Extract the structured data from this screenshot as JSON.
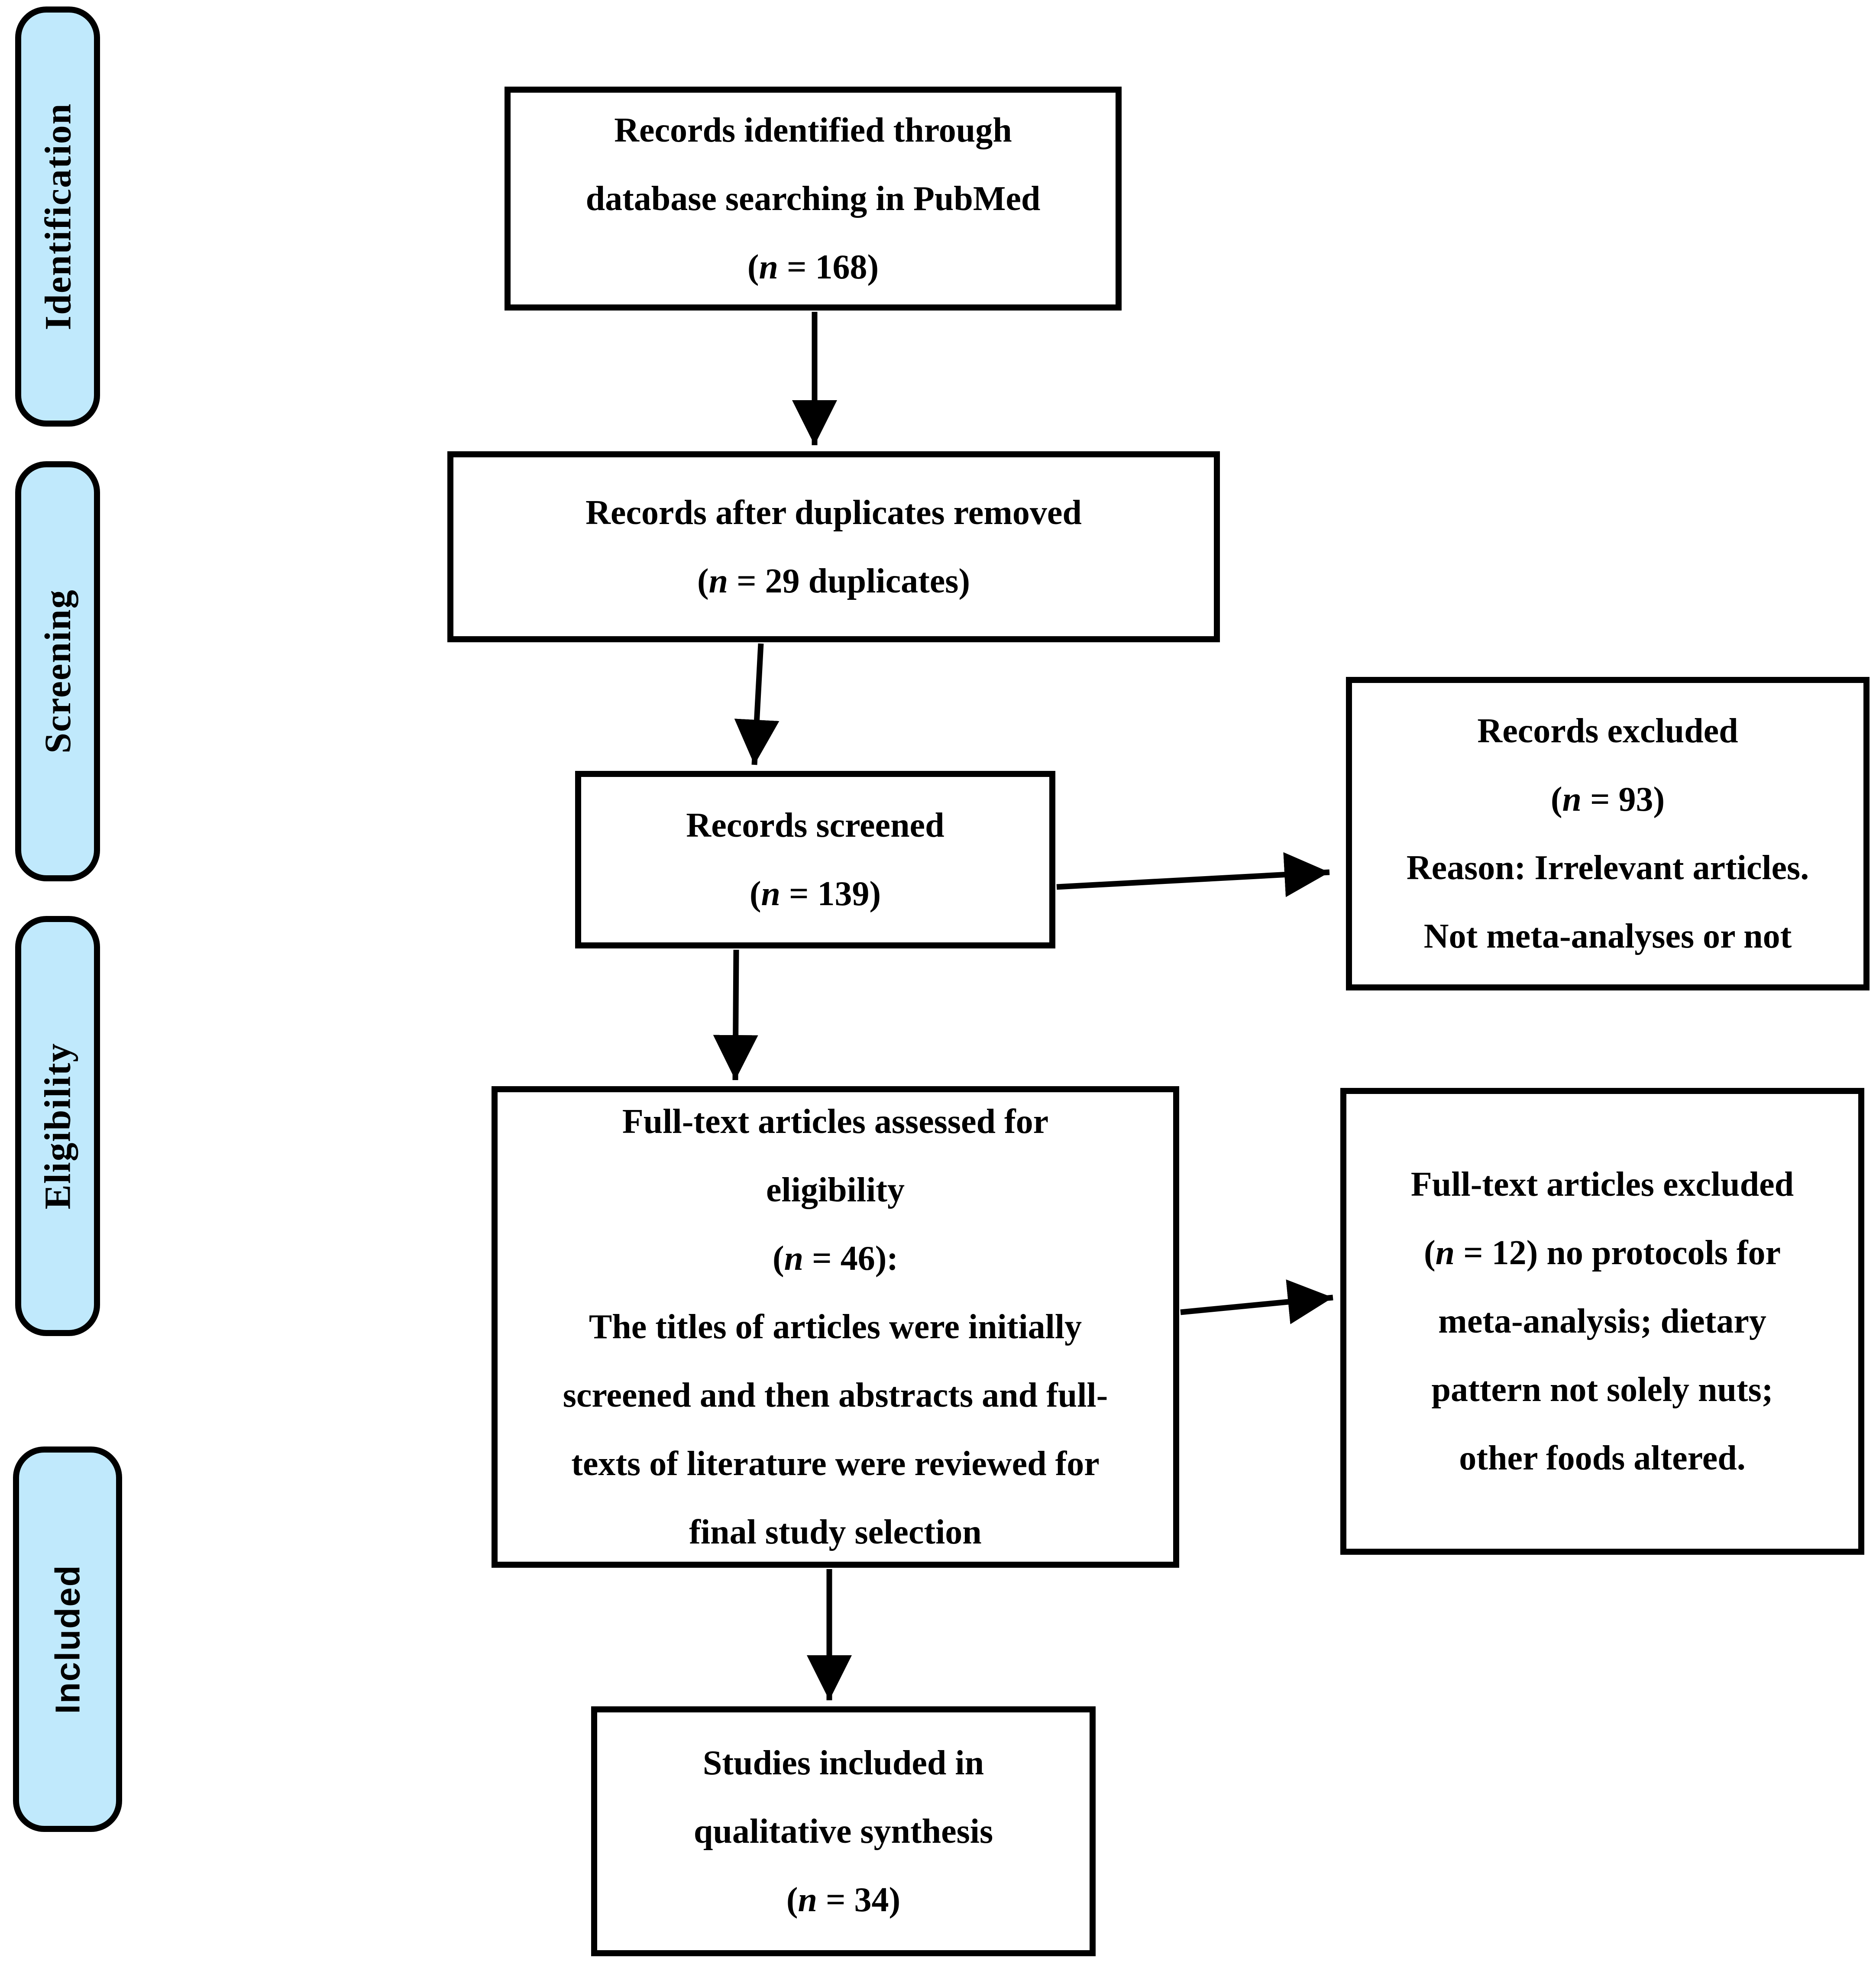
{
  "diagram": {
    "type": "prisma-flow",
    "stage_fill_color": "#c0e9fc",
    "line_color": "#000000",
    "box_fill_color": "#ffffff"
  },
  "sidebar": {
    "stages": [
      {
        "label": "Identification"
      },
      {
        "label": "Screening"
      },
      {
        "label": "Eligibility"
      },
      {
        "label": "Included"
      }
    ]
  },
  "flow": {
    "identified": {
      "lines": [
        "Records identified through",
        "database searching in PubMed",
        "(n = 168)"
      ]
    },
    "duplicates_removed": {
      "lines": [
        "Records after duplicates removed",
        "(n = 29 duplicates)"
      ]
    },
    "screened": {
      "lines": [
        "Records screened",
        "(n = 139)"
      ]
    },
    "records_excluded": {
      "lines": [
        "Records excluded",
        "(n = 93)",
        "Reason: Irrelevant articles.",
        "Not meta-analyses or not"
      ]
    },
    "fulltext_assessed": {
      "lines": [
        "Full-text articles assessed for",
        "eligibility",
        "(n = 46):",
        "The titles of articles were initially",
        "screened and then abstracts and full-",
        "texts of literature were reviewed for",
        "final study selection"
      ]
    },
    "fulltext_excluded": {
      "lines": [
        "Full-text articles excluded",
        "(n = 12) no protocols for",
        "meta-analysis; dietary",
        "pattern not solely nuts;",
        "other foods altered."
      ]
    },
    "included_synthesis": {
      "lines": [
        "Studies included in",
        "qualitative synthesis",
        "(n = 34)"
      ]
    }
  }
}
